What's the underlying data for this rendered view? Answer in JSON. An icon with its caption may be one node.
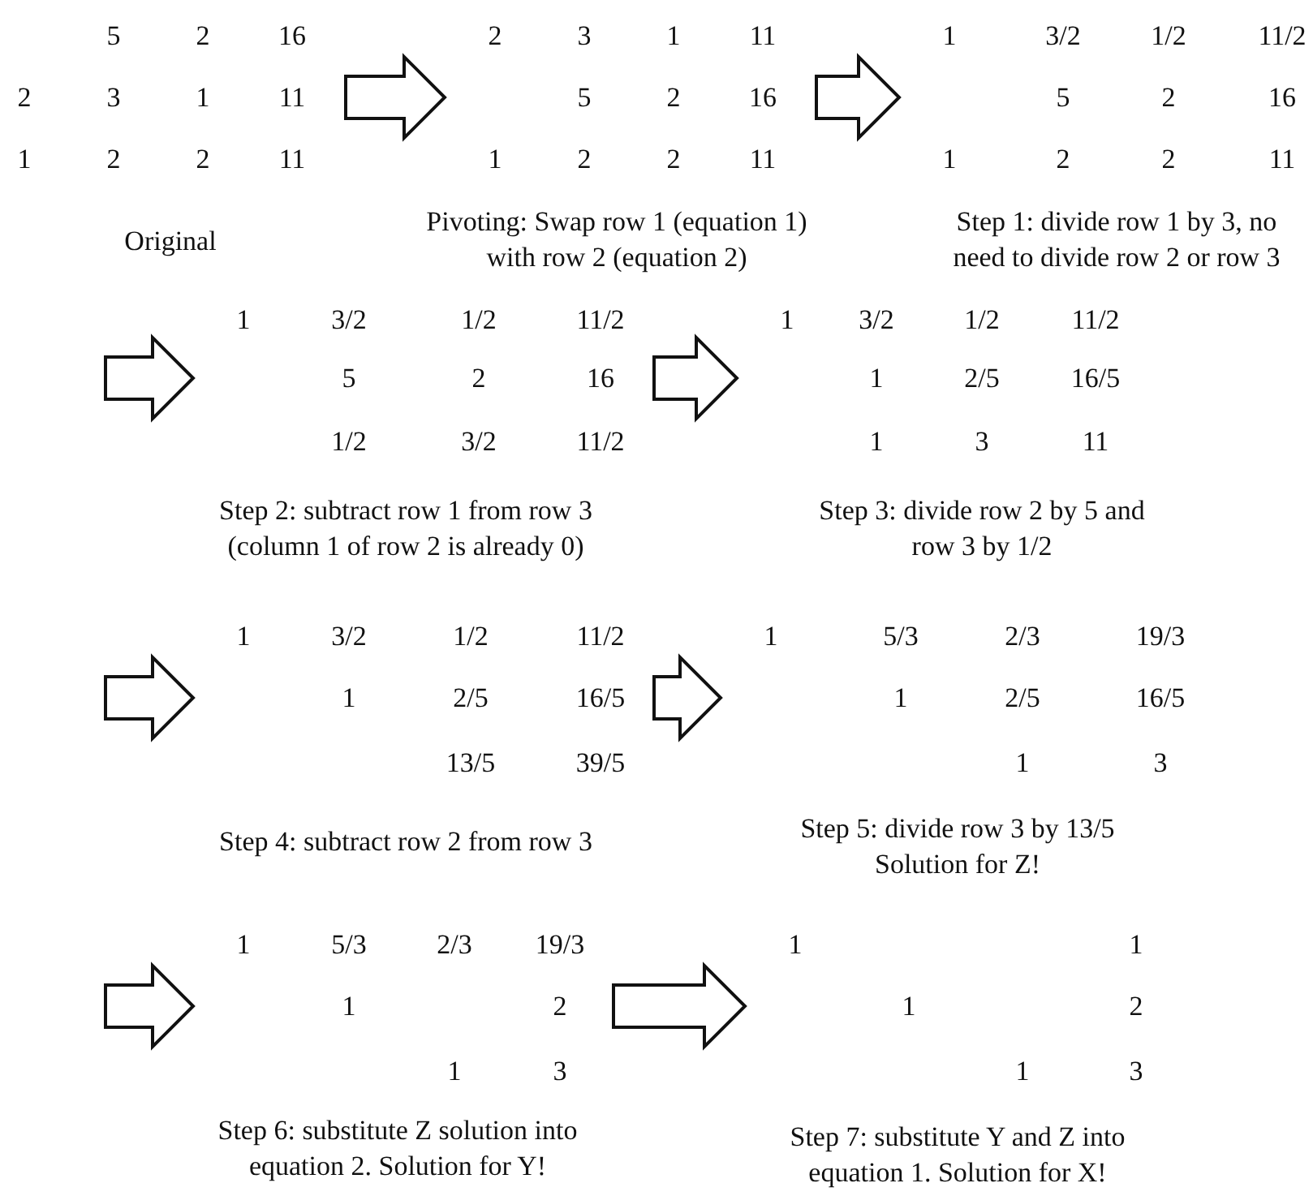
{
  "diagram": {
    "nodes": [
      {
        "text": [
          "5",
          "2",
          "16",
          "2",
          "3",
          "1",
          "11",
          "1",
          "2",
          "2",
          "11"
        ],
        "beside": [
          "Original"
        ]
      },
      {
        "text": [
          "2",
          "3",
          "1",
          "11",
          "5",
          "2",
          "16",
          "1",
          "2",
          "2",
          "11"
        ],
        "beside": [
          "Pivoting: Swap row 1 (equation 1) with row 2 (equation 2)"
        ]
      },
      {
        "text": [
          "1",
          "3/2",
          "1/2",
          "11/2",
          "5",
          "2",
          "16",
          "1",
          "2",
          "2",
          "11"
        ],
        "beside": [
          "Step 1: divide row 1 by 3, no need to divide row 2 or row 3"
        ]
      },
      {
        "text": [
          "1",
          "3/2",
          "1/2",
          "11/2",
          "5",
          "2",
          "16",
          "1/2",
          "3/2",
          "11/2"
        ],
        "beside": [
          "Step 2: subtract row 1 from row 3 (column 1 of row 2 is already 0)"
        ]
      },
      {
        "text": [
          "1",
          "3/2",
          "1/2",
          "11/2",
          "1",
          "2/5",
          "16/5",
          "1",
          "3",
          "11"
        ],
        "beside": [
          "Step 3: divide row 2 by 5 and row 3 by 1/2"
        ]
      },
      {
        "text": [
          "1",
          "3/2",
          "1/2",
          "11/2",
          "1",
          "2/5",
          "16/5",
          "13/5",
          "39/5"
        ],
        "beside": [
          "Step 4: subtract row 2 from row 3"
        ]
      },
      {
        "text": [
          "1",
          "5/3",
          "2/3",
          "19/3",
          "1",
          "2/5",
          "16/5",
          "1",
          "3"
        ],
        "beside": [
          "Step 5: divide row 3 by 13/5",
          "Solution for Z!"
        ]
      },
      {
        "text": [
          "1",
          "5/3",
          "2/3",
          "19/3",
          "1",
          "2",
          "1",
          "3"
        ],
        "beside": [
          "Step 6: substitute Z solution into equation 2. Solution for Y!"
        ]
      },
      {
        "text": [
          "1",
          "1",
          "1",
          "2",
          "1",
          "3"
        ],
        "beside": [
          "Step 7: substitute Y and Z into equation 1. Solution for X!"
        ]
      }
    ],
    "edges": [
      {
        "from": 0,
        "to": 1,
        "arrow": "to"
      },
      {
        "from": 1,
        "to": 2,
        "arrow": "to"
      },
      {
        "from": null,
        "to": 3,
        "arrow": "to"
      },
      {
        "from": 3,
        "to": 4,
        "arrow": "to"
      },
      {
        "from": null,
        "to": 5,
        "arrow": "to"
      },
      {
        "from": 5,
        "to": 6,
        "arrow": "to"
      },
      {
        "from": null,
        "to": 7,
        "arrow": "to"
      },
      {
        "from": 7,
        "to": 8,
        "arrow": "to"
      }
    ]
  }
}
